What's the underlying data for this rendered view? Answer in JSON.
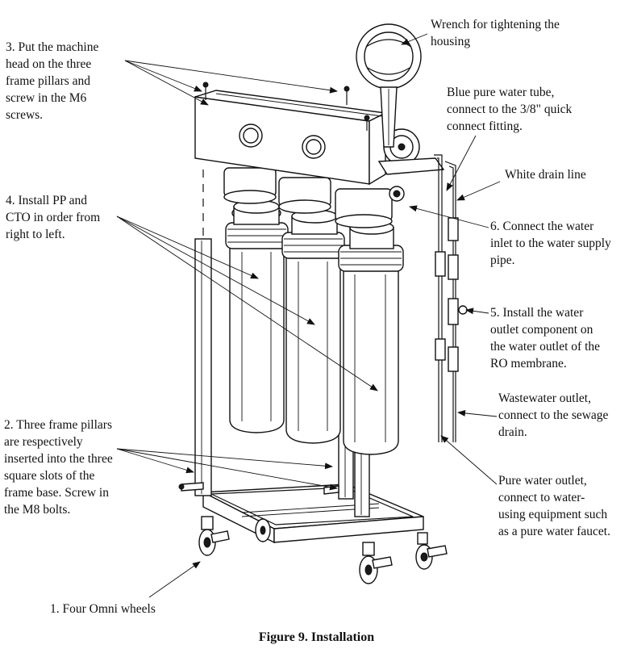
{
  "labels": {
    "wrench": "Wrench for tightening the\nhousing",
    "step3": "3. Put the machine\nhead on the three\nframe pillars and\nscrew in the M6\nscrews.",
    "blue_tube": "Blue pure water tube,\nconnect to the 3/8\" quick\nconnect fitting.",
    "white_drain": "White drain line",
    "step4": "4. Install PP and\nCTO in order from\nright to left.",
    "step6": "6. Connect the water\ninlet to the water supply\npipe.",
    "step5": "5. Install the water\noutlet component on\nthe water outlet of the\nRO membrane.",
    "wastewater": "Wastewater outlet,\nconnect to the sewage\ndrain.",
    "step2": "2. Three frame pillars\nare respectively\ninserted into the three\nsquare slots of the\nframe base. Screw in\nthe M8 bolts.",
    "pure_outlet": "Pure water outlet,\nconnect to water-\nusing equipment such\nas a pure water faucet.",
    "step1": "1. Four Omni wheels"
  },
  "caption": "Figure 9. Installation"
}
